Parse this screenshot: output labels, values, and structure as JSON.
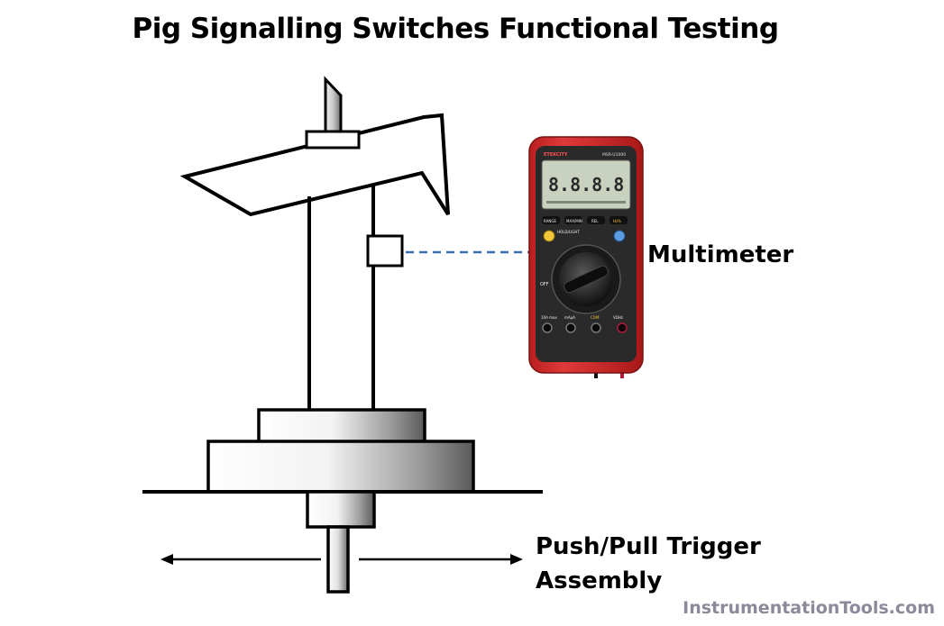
{
  "title": "Pig Signalling Switches Functional Testing",
  "labels": {
    "multimeter": "Multimeter",
    "trigger_line1": "Push/Pull Trigger",
    "trigger_line2": "Assembly"
  },
  "meter": {
    "brand": "ETEKCITY",
    "model": "MSR-U1000",
    "display": "8.8.8.8",
    "buttons": [
      "RANGE",
      "MAX/MIN",
      "REL",
      "Hz%"
    ],
    "hold_label": "HOLD/LIGHT",
    "off_label": "OFF",
    "ports": [
      "10A max",
      "mAµA",
      "COM",
      "VΩHz"
    ]
  },
  "watermark": "InstrumentationTools.com",
  "colors": {
    "meter_body": "#d42b2b",
    "dashed_link": "#3a6fb0",
    "watermark": "#8a8a9a"
  }
}
